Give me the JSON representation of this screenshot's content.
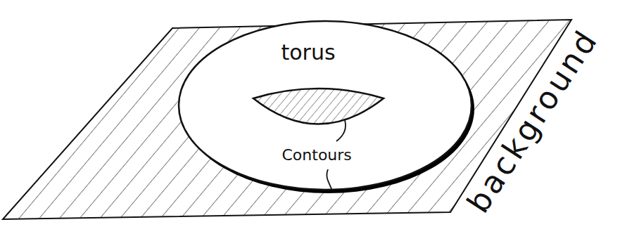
{
  "diagram": {
    "nodes": [
      {
        "text": [
          "torus"
        ]
      }
    ],
    "labels": [
      "Contours",
      "background"
    ]
  }
}
